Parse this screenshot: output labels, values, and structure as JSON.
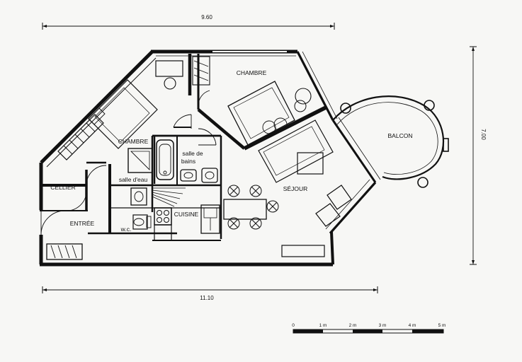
{
  "rooms": {
    "cellier": "CELLIER",
    "entree": "ENTRÉE",
    "chambre_1": "CHAMBRE",
    "chambre_2": "CHAMBRE",
    "salle_de_bains_l1": "salle de",
    "salle_de_bains_l2": "bains",
    "salle_deau": "salle d'eau",
    "cuisine": "CUISINE",
    "wc": "w.c.",
    "sejour": "SÉJOUR",
    "balcon": "BALCON"
  },
  "dimensions": {
    "top_width": "9.60",
    "bottom_width": "11.10",
    "height": "7.00"
  },
  "scale_bar": {
    "labels": [
      "0",
      "1 m",
      "2 m",
      "3 m",
      "4 m",
      "5 m"
    ]
  },
  "colors": {
    "ink": "#111111",
    "paper": "#f7f7f5"
  }
}
